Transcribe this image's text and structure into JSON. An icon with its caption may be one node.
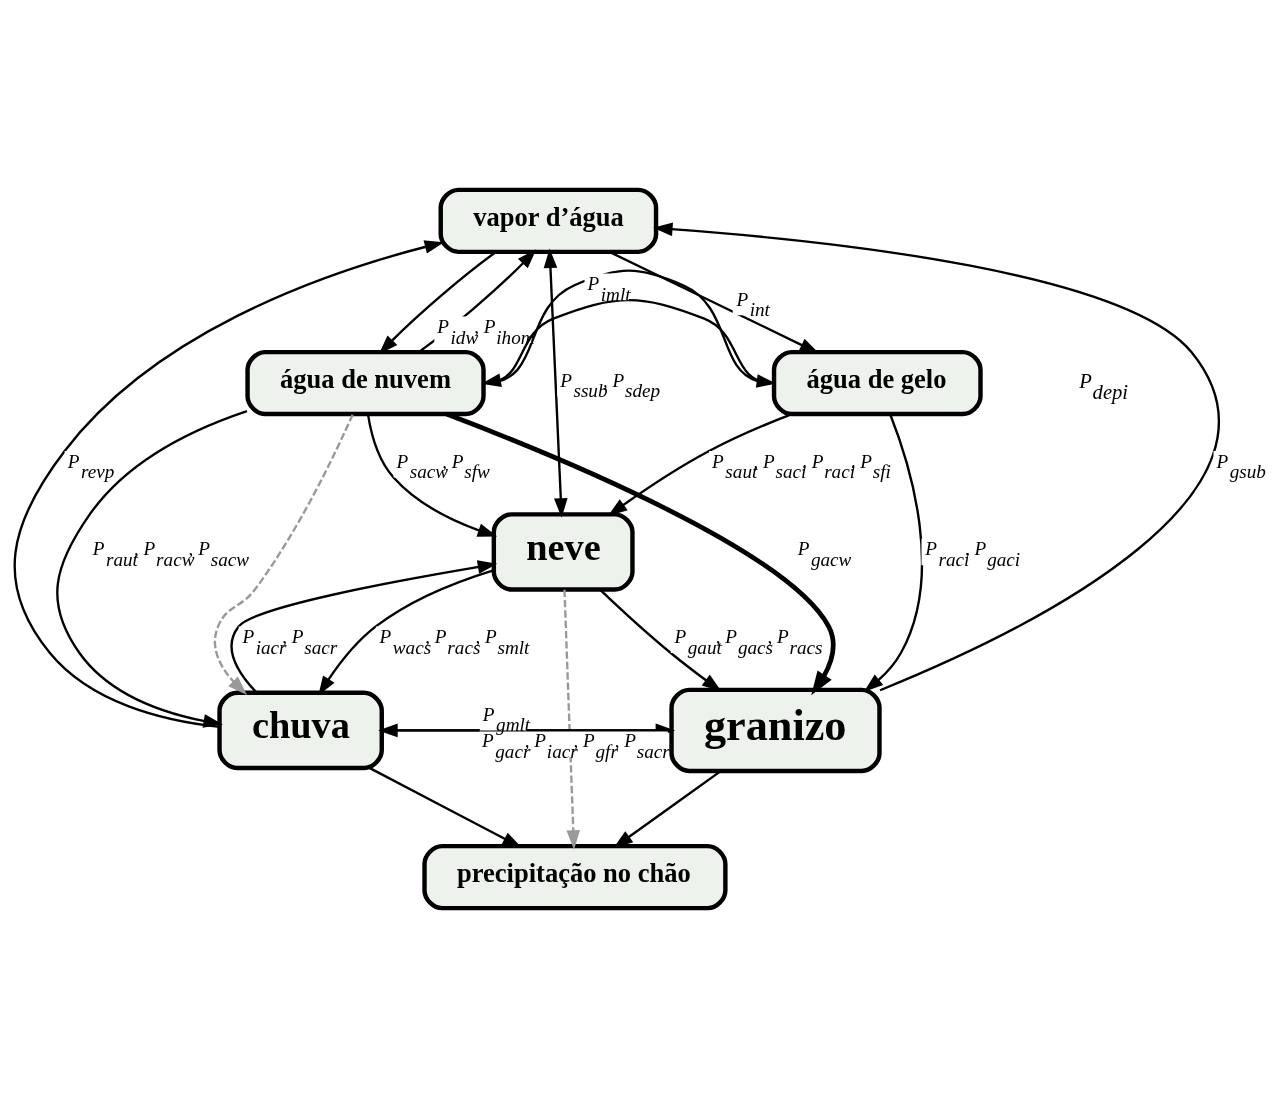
{
  "diagram": {
    "nodes": [
      {
        "text": [
          "vapor d’água"
        ]
      },
      {
        "text": [
          "água de nuvem"
        ]
      },
      {
        "text": [
          "água de gelo"
        ]
      },
      {
        "text": [
          "neve"
        ]
      },
      {
        "text": [
          "chuva"
        ]
      },
      {
        "text": [
          "granizo"
        ]
      },
      {
        "text": [
          "precipitação no chão"
        ]
      }
    ],
    "edges": [
      {
        "from": 0,
        "to": 1,
        "arrow": "to"
      },
      {
        "from": 1,
        "to": 0,
        "arrow": "to"
      },
      {
        "from": 0,
        "to": 2,
        "arrow": "to",
        "label": "P$_{int}$"
      },
      {
        "from": 2,
        "to": 1,
        "arrow": "to",
        "label": "P$_{imlt}$"
      },
      {
        "from": 1,
        "to": 2,
        "arrow": "to",
        "label": "P$_{idw}$, P$_{ihom}$"
      },
      {
        "from": 1,
        "to": 4,
        "arrow": "to",
        "label": "P$_{raut}$, P$_{racw}$, P$_{sacw}$"
      },
      {
        "from": 1,
        "to": 5,
        "arrow": "to",
        "label": "P$_{gacw}$",
        "style": "thick"
      },
      {
        "from": 1,
        "to": 3,
        "arrow": "to",
        "label": "P$_{sacw}$, P$_{sfw}$"
      },
      {
        "from": 2,
        "to": 3,
        "arrow": "to",
        "label": "P$_{saut}$, P$_{saci}$, P$_{raci}$, P$_{sfi}$"
      },
      {
        "from": 2,
        "to": 5,
        "arrow": "to",
        "label": "P$_{raci}$, P$_{gaci}$"
      },
      {
        "from": 0,
        "to": 3,
        "arrow": "both",
        "label": "P$_{ssub}$, P$_{sdep}$"
      },
      {
        "from": 5,
        "to": 0,
        "arrow": "to",
        "label": "P$_{gsub}$"
      },
      {
        "from": 4,
        "to": 0,
        "arrow": "to",
        "label": "P$_{revp}$"
      },
      {
        "from": 3,
        "to": 4,
        "arrow": "to",
        "label": "P$_{wacs}$, P$_{racs}$, P$_{smlt}$"
      },
      {
        "from": 4,
        "to": 3,
        "arrow": "to",
        "label": "P$_{iacr}$, P$_{sacr}$"
      },
      {
        "from": 3,
        "to": 5,
        "arrow": "to",
        "label": "P$_{gaut}$, P$_{gacs}$, P$_{racs}$"
      },
      {
        "from": 4,
        "to": 5,
        "arrow": "to",
        "label": "P$_{gacr}$, P$_{iacr}$, P$_{gfr}$, P$_{sacr}$"
      },
      {
        "from": 5,
        "to": 4,
        "arrow": "to",
        "label": "P$_{gmlt}$"
      },
      {
        "from": 1,
        "to": 4,
        "arrow": "to",
        "style": "dashed",
        "color": "#999999"
      },
      {
        "from": 3,
        "to": 6,
        "arrow": "to",
        "style": "dashed",
        "color": "#999999"
      },
      {
        "from": 4,
        "to": 6,
        "arrow": "to"
      },
      {
        "from": 5,
        "to": 6,
        "arrow": "to"
      }
    ],
    "labels": [
      "P$_{depi}$"
    ]
  }
}
